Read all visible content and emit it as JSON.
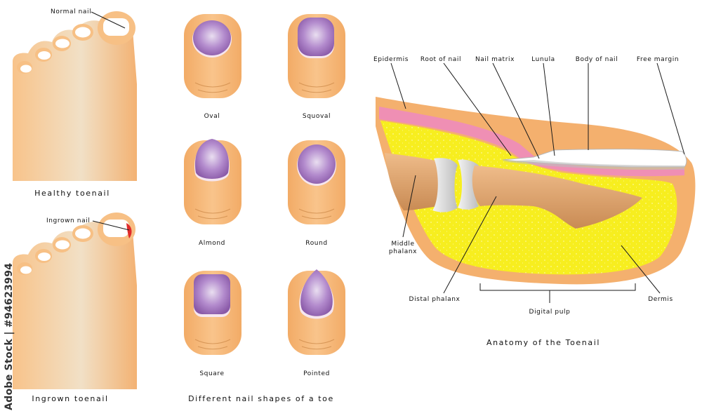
{
  "healthy": {
    "title": "Healthy toenail",
    "label": "Normal nail"
  },
  "ingrown": {
    "title": "Ingrown toenail",
    "label": "Ingrown nail"
  },
  "shapes": {
    "title": "Different nail shapes of a toe",
    "items": [
      "Oval",
      "Squoval",
      "Almond",
      "Round",
      "Square",
      "Pointed"
    ]
  },
  "anatomy": {
    "title": "Anatomy of the Toenail",
    "labels": {
      "epidermis": "Epidermis",
      "root": "Root of nail",
      "matrix": "Nail matrix",
      "lunula": "Lunula",
      "body": "Body of nail",
      "free_margin": "Free margin",
      "middle_phalanx_1": "Middle",
      "middle_phalanx_2": "phalanx",
      "distal_phalanx": "Distal phalanx",
      "digital_pulp": "Digital pulp",
      "dermis": "Dermis"
    }
  },
  "watermark": "Adobe Stock | #94623994",
  "colors": {
    "skin": "#f5b97a",
    "skin_dark": "#e8a363",
    "nail_purple": "#a679c2",
    "pulp_yellow": "#f7ee1f",
    "pink": "#ef8fb4",
    "bone": "#d9a06b"
  }
}
